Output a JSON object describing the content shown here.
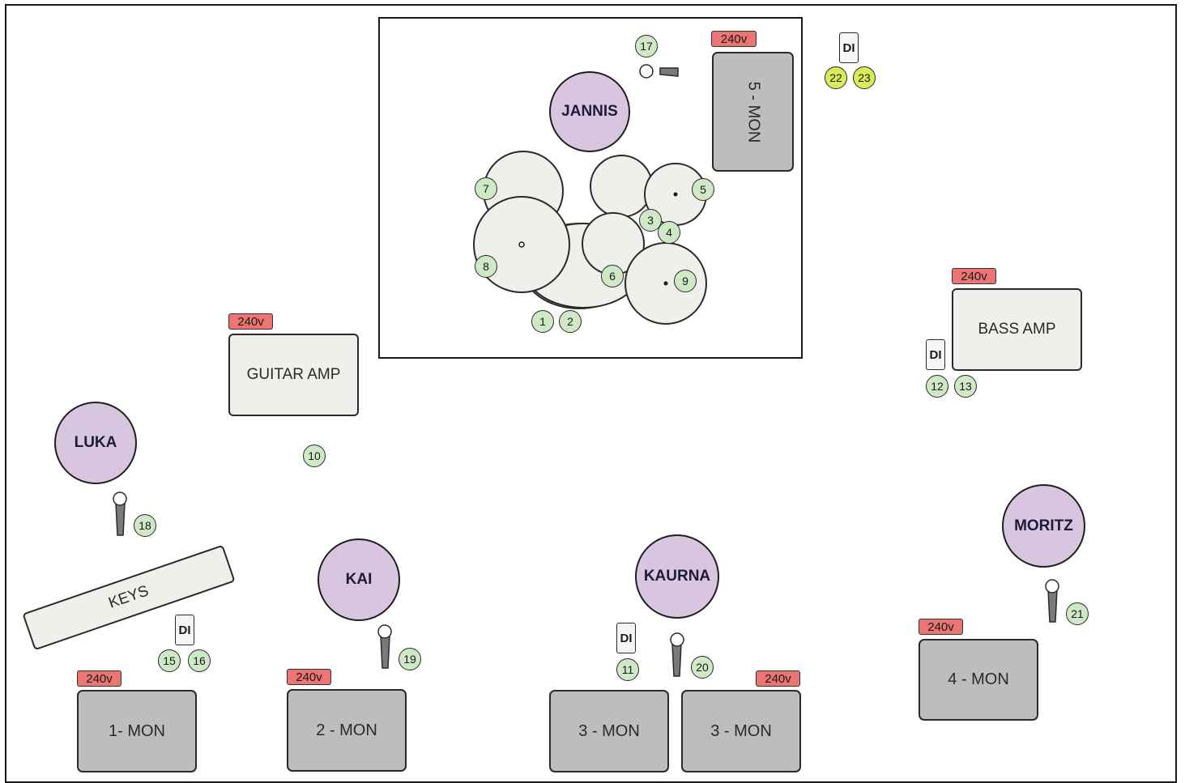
{
  "power_label": "240v",
  "di_label": "DI",
  "people": {
    "jannis": "JANNIS",
    "luka": "LUKA",
    "kai": "KAI",
    "kaurna": "KAURNA",
    "moritz": "MORITZ"
  },
  "amps": {
    "guitar": "GUITAR AMP",
    "bass": "BASS AMP",
    "keys": "KEYS"
  },
  "monitors": {
    "m1": "1- MON",
    "m2": "2 - MON",
    "m3a": "3 - MON",
    "m3b": "3 - MON",
    "m4": "4 - MON",
    "m5": "5 - MON"
  },
  "channels": {
    "c1": "1",
    "c2": "2",
    "c3": "3",
    "c4": "4",
    "c5": "5",
    "c6": "6",
    "c7": "7",
    "c8": "8",
    "c9": "9",
    "c10": "10",
    "c11": "11",
    "c12": "12",
    "c13": "13",
    "c14": "15",
    "c15": "16",
    "c17": "17",
    "c18": "18",
    "c19": "19",
    "c20": "20",
    "c21": "21",
    "c22": "22",
    "c23": "23"
  },
  "colors": {
    "person": "#d8c6e0",
    "channel": "#cfe8c6",
    "channel_di_extra": "#d8ec5a",
    "power": "#ea7572",
    "monitor": "#bdbdbb",
    "amp": "#efefec"
  }
}
